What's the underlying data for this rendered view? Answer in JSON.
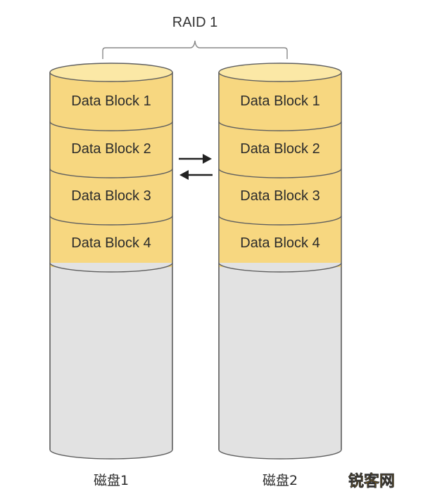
{
  "title": "RAID 1",
  "colors": {
    "block_fill": "#f7d780",
    "block_top": "#fbe8a6",
    "disk_fill": "#e2e2e2",
    "outline": "#5f5f5f"
  },
  "disks": [
    {
      "label": "磁盘1",
      "blocks": [
        "Data Block 1",
        "Data Block 2",
        "Data Block 3",
        "Data Block 4"
      ]
    },
    {
      "label": "磁盘2",
      "blocks": [
        "Data Block 1",
        "Data Block 2",
        "Data Block 3",
        "Data Block 4"
      ]
    }
  ],
  "watermark": "锐客网"
}
